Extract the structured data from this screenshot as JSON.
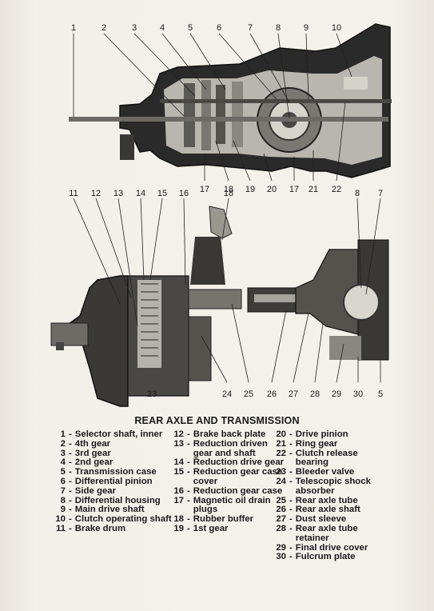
{
  "title": "REAR AXLE AND TRANSMISSION",
  "callouts_top_above": [
    "1",
    "2",
    "3",
    "4",
    "5",
    "6",
    "7",
    "8",
    "9",
    "10"
  ],
  "callouts_top_below": [
    "17",
    "18",
    "19",
    "20",
    "17",
    "21",
    "22"
  ],
  "callouts_bottom_above": [
    "11",
    "12",
    "13",
    "14",
    "15",
    "16",
    "18",
    "8",
    "7"
  ],
  "callouts_bottom_below": [
    "23",
    "24",
    "25",
    "26",
    "27",
    "28",
    "29",
    "30",
    "5"
  ],
  "legend": [
    [
      {
        "n": "1",
        "t": "Selector shaft, inner"
      },
      {
        "n": "2",
        "t": "4th gear"
      },
      {
        "n": "3",
        "t": "3rd gear"
      },
      {
        "n": "4",
        "t": "2nd gear"
      },
      {
        "n": "5",
        "t": "Transmission case"
      },
      {
        "n": "6",
        "t": "Differential pinion"
      },
      {
        "n": "7",
        "t": "Side gear"
      },
      {
        "n": "8",
        "t": "Differential housing"
      },
      {
        "n": "9",
        "t": "Main drive shaft"
      },
      {
        "n": "10",
        "t": "Clutch operating shaft"
      },
      {
        "n": "11",
        "t": "Brake drum"
      }
    ],
    [
      {
        "n": "12",
        "t": "Brake back plate"
      },
      {
        "n": "13",
        "t": "Reduction driven gear and shaft"
      },
      {
        "n": "14",
        "t": "Reduction drive gear"
      },
      {
        "n": "15",
        "t": "Reduction gear case cover"
      },
      {
        "n": "16",
        "t": "Reduction gear case"
      },
      {
        "n": "17",
        "t": "Magnetic oil drain plugs"
      },
      {
        "n": "18",
        "t": "Rubber buffer"
      },
      {
        "n": "19",
        "t": "1st gear"
      }
    ],
    [
      {
        "n": "20",
        "t": "Drive pinion"
      },
      {
        "n": "21",
        "t": "Ring gear"
      },
      {
        "n": "22",
        "t": "Clutch release bearing"
      },
      {
        "n": "23",
        "t": "Bleeder valve"
      },
      {
        "n": "24",
        "t": "Telescopic shock absorber"
      },
      {
        "n": "25",
        "t": "Rear axle tube"
      },
      {
        "n": "26",
        "t": "Rear axle shaft"
      },
      {
        "n": "27",
        "t": "Dust sleeve"
      },
      {
        "n": "28",
        "t": "Rear axle tube retainer"
      },
      {
        "n": "29",
        "t": "Final drive cover"
      },
      {
        "n": "30",
        "t": "Fulcrum plate"
      }
    ]
  ]
}
